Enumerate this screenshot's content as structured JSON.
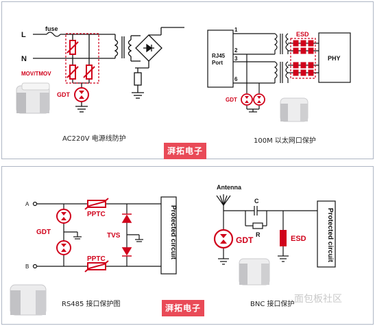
{
  "top": {
    "power": {
      "line_L": "L",
      "line_N": "N",
      "fuse": "fuse",
      "mov_label": "MOV/TMOV",
      "gdt_label": "GDT",
      "caption": "AC220V 电源线防护"
    },
    "ethernet": {
      "rj45_line1": "RJ45",
      "rj45_line2": "Port",
      "pins": [
        "1",
        "2",
        "3",
        "6"
      ],
      "esd_label": "ESD",
      "phy_label": "PHY",
      "gdt_label": "GDT",
      "caption": "100M 以太网口保护"
    },
    "badge": "湃拓电子"
  },
  "bottom": {
    "rs485": {
      "node_a": "A",
      "node_b": "B",
      "gdt_label": "GDT",
      "pptc_top": "PPTC",
      "pptc_bottom": "PPTC",
      "tvs_label": "TVS",
      "protected": "Protected circuit",
      "caption": "RS485 接口保护图"
    },
    "bnc": {
      "antenna": "Antenna",
      "cap_label": "C",
      "res_label": "R",
      "gdt_label": "GDT",
      "esd_label": "ESD",
      "protected": "Protected circuit",
      "caption": "BNC 接口保护"
    },
    "badge": "湃拓电子",
    "watermark": "面包板社区"
  },
  "colors": {
    "accent_red": "#d0021b",
    "badge_bg": "#e94a57",
    "panel_border": "#aeb6c4"
  }
}
